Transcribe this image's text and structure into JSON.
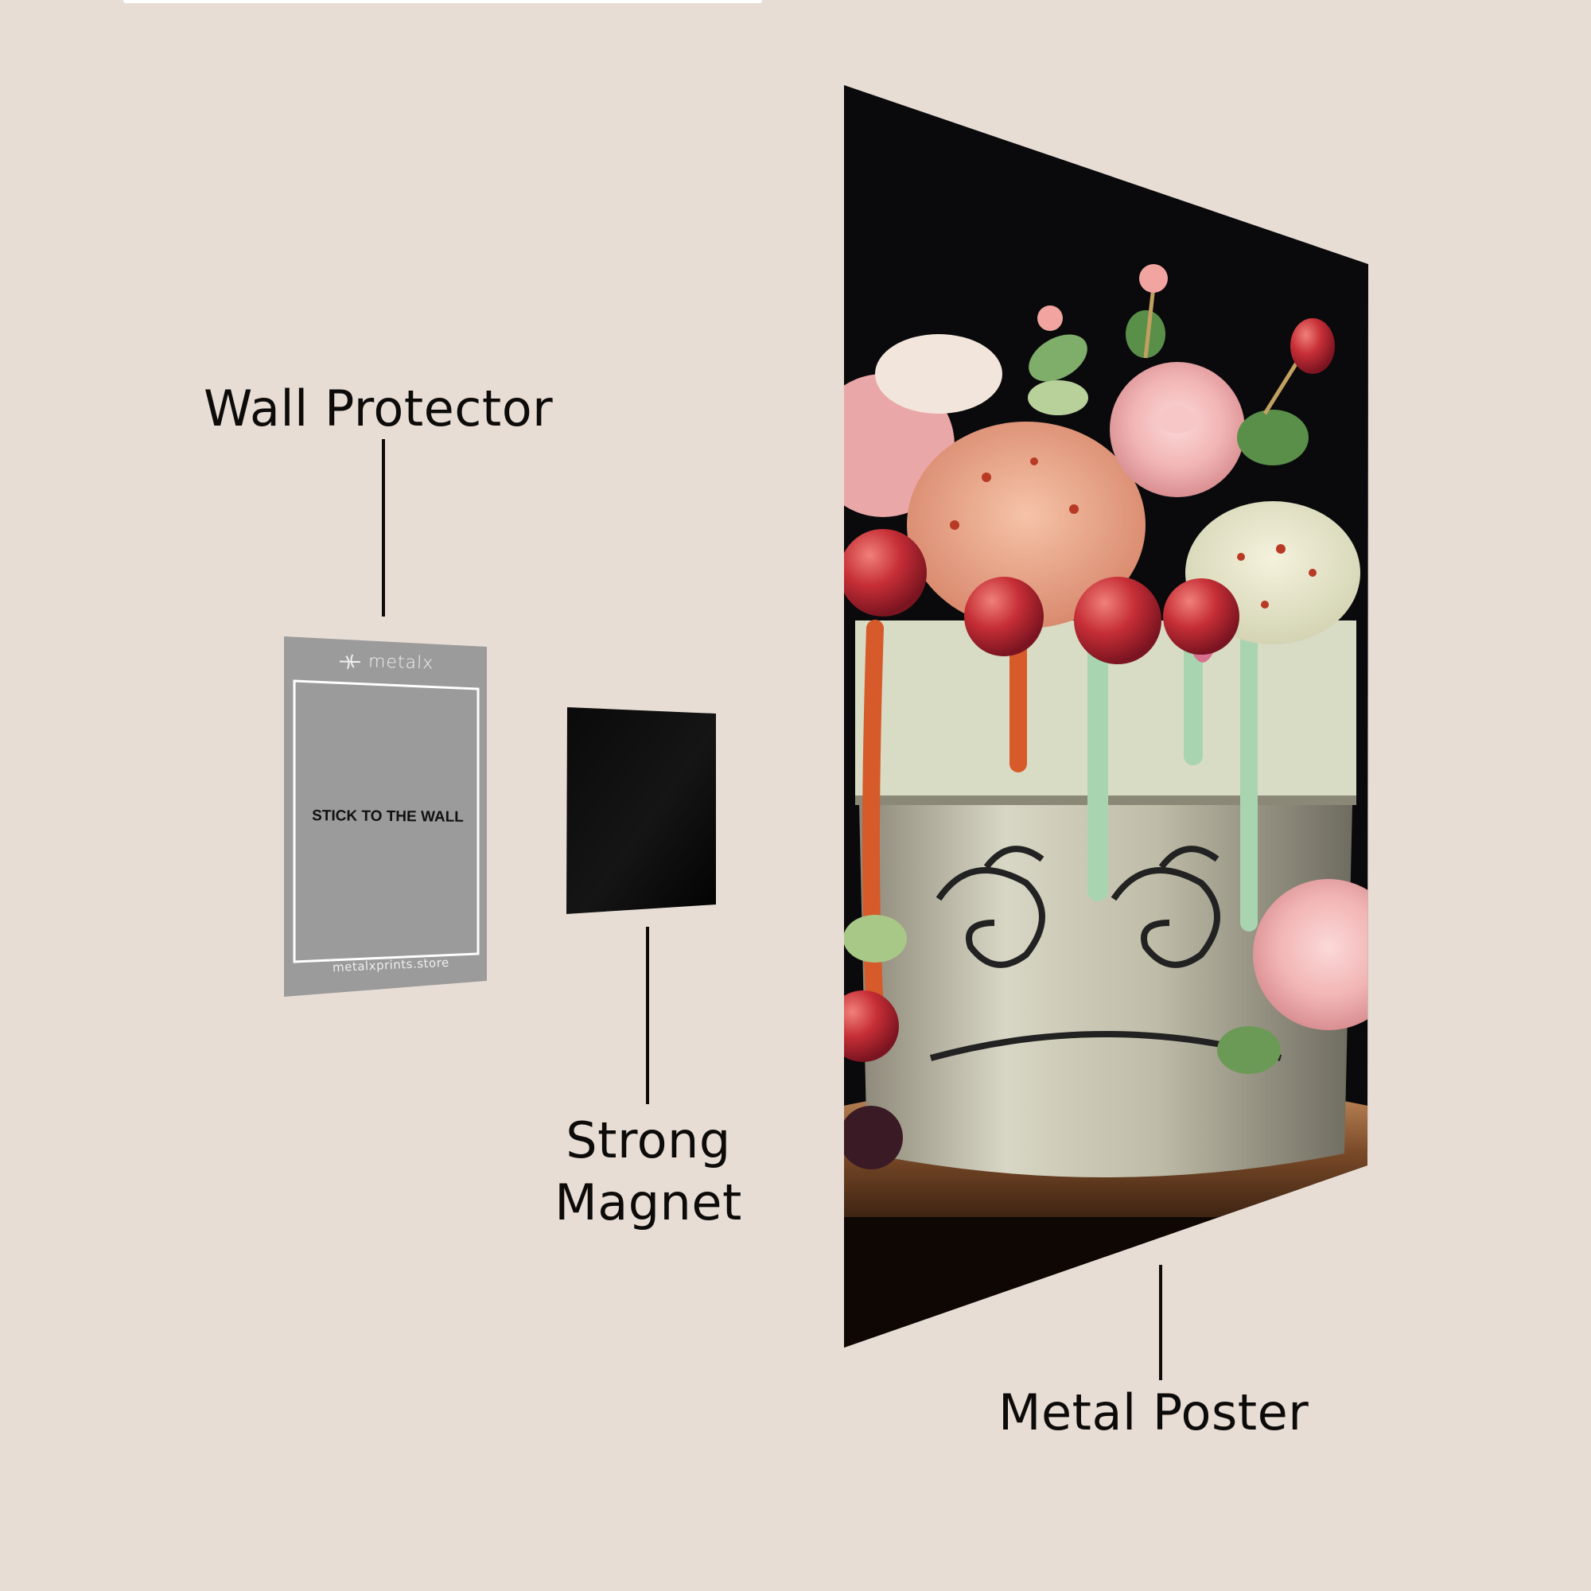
{
  "labels": {
    "wall_protector": "Wall Protector",
    "strong_magnet_line1": "Strong",
    "strong_magnet_line2": "Magnet",
    "metal_poster": "Metal Poster"
  },
  "wall_protector": {
    "brand_icon": "metalx-logo-icon",
    "brand_name": "metalx",
    "instruction": "STICK TO THE WALL",
    "url": "metalxprints.store",
    "color": "#9b9b9b",
    "frame_color": "#ffffff"
  },
  "magnet": {
    "color": "#050505"
  },
  "poster": {
    "subject": "dessert cake in glass jar with roses, berries and green drip",
    "background_color": "#0a0a0c"
  },
  "colors": {
    "background": "#e8ddd5",
    "text": "#0d0b0a"
  }
}
